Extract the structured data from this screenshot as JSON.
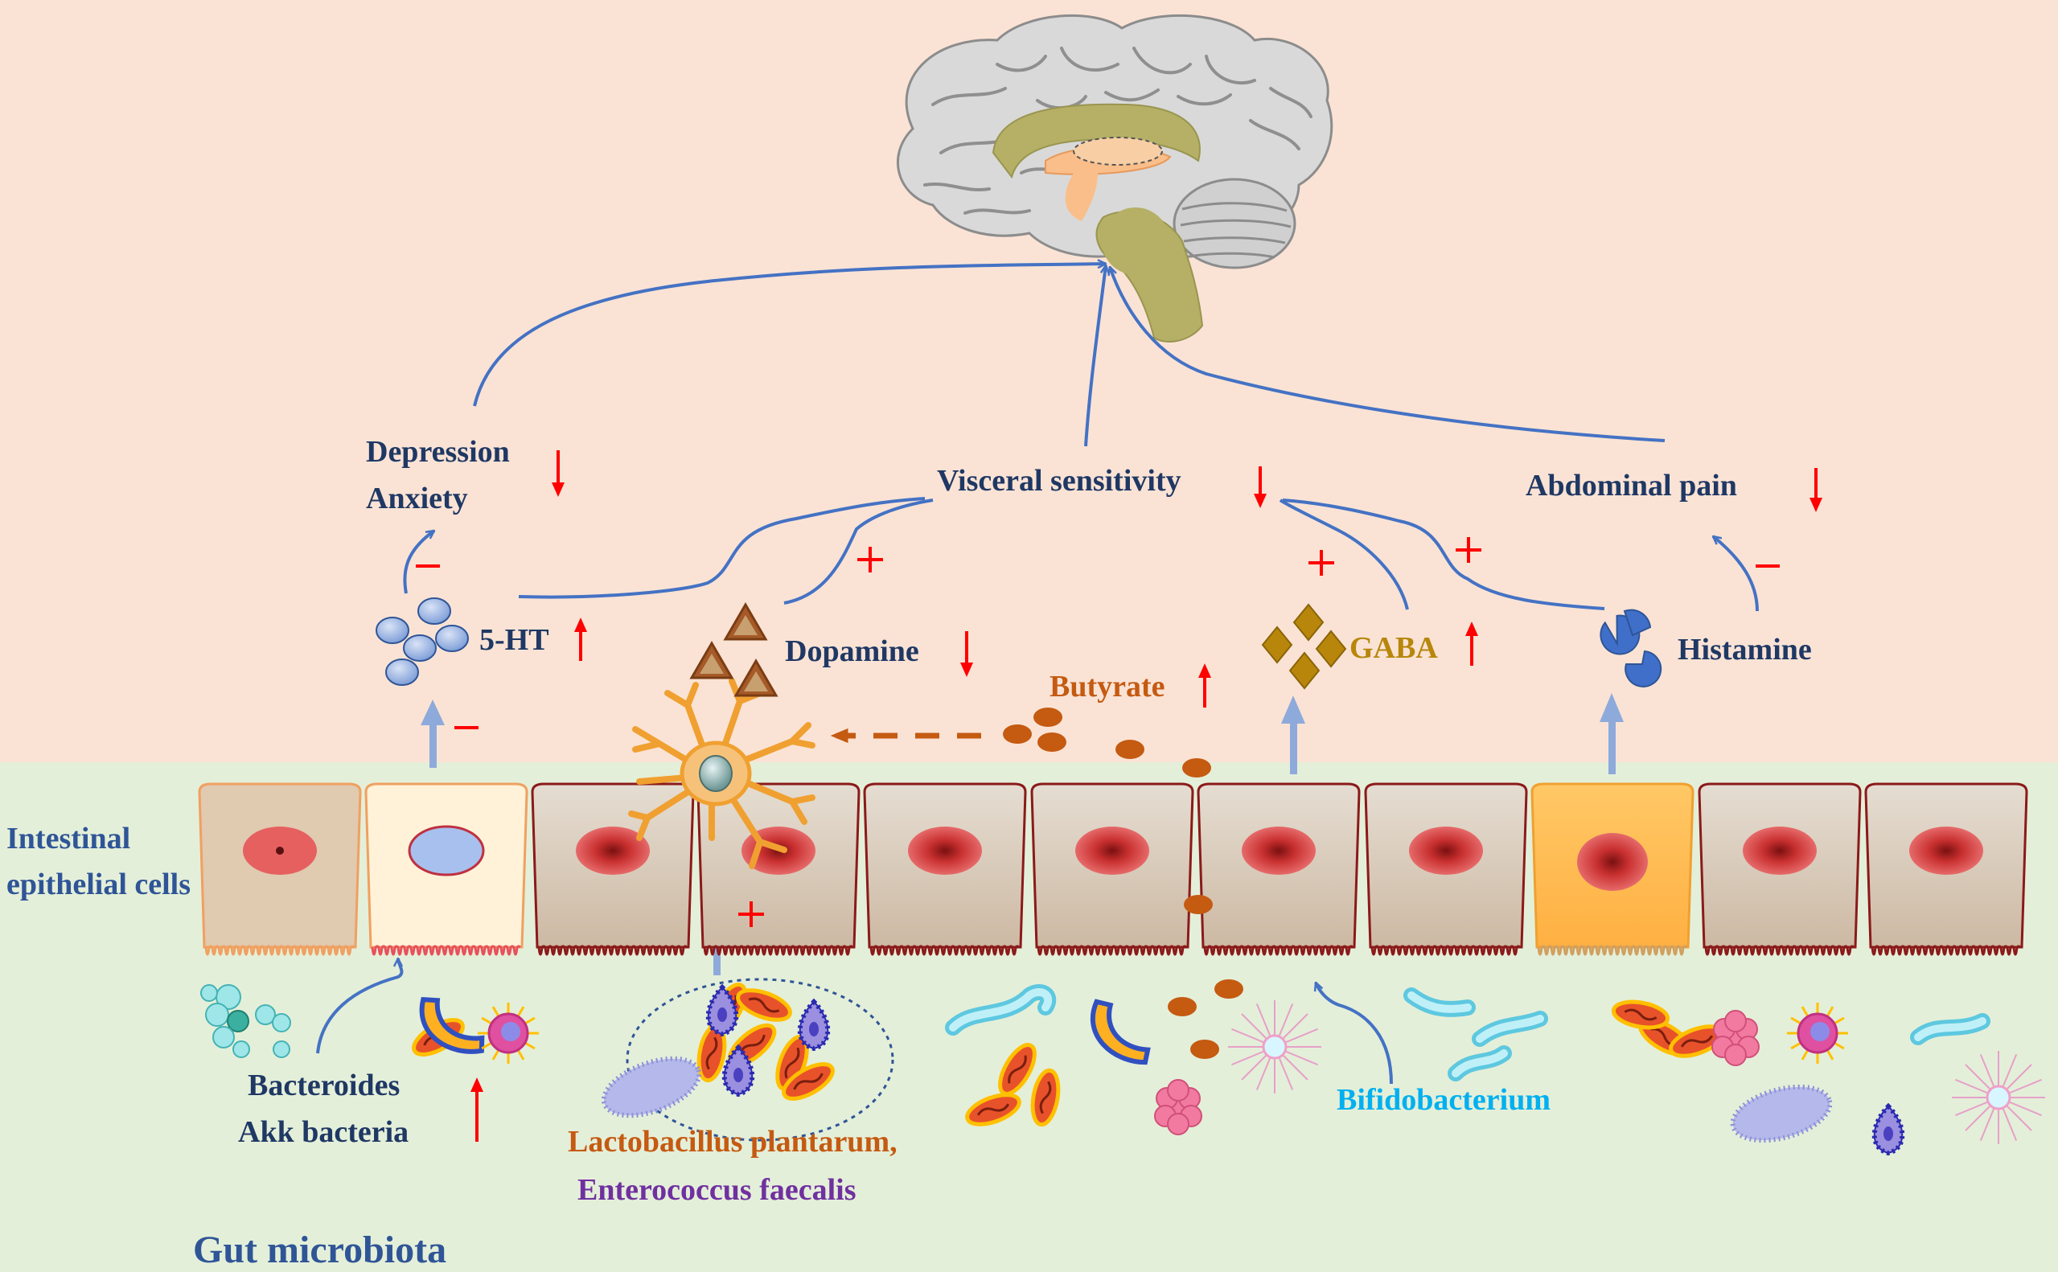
{
  "colors": {
    "top_bg": "#fae3d5",
    "bottom_bg": "#e4efd9",
    "navy_text": "#1f3864",
    "axis_blue": "#4472c4",
    "brown_text": "#c55a11",
    "purple_text": "#7030a0",
    "cyan_text": "#00b0f0",
    "gaba_gold": "#b8860b",
    "red": "#ff0000"
  },
  "labels": {
    "depression": "Depression",
    "anxiety": "Anxiety",
    "visceral_sensitivity": "Visceral sensitivity",
    "abdominal_pain": "Abdominal pain",
    "serotonin": "5-HT",
    "dopamine": "Dopamine",
    "butyrate": "Butyrate",
    "gaba": "GABA",
    "histamine": "Histamine",
    "intestinal_line1": "Intestinal",
    "intestinal_line2": "epithelial cells",
    "bacteroides": "Bacteroides",
    "akk": "Akk bacteria",
    "lactobacillus": "Lactobacillus plantarum,",
    "enterococcus": "Enterococcus faecalis",
    "bifidobacterium": "Bifidobacterium",
    "gut_microbiota": "Gut microbiota"
  },
  "signs": {
    "plus": "+",
    "minus": "−"
  },
  "icons": {
    "brain": "brain-icon",
    "serotonin": "serotonin-molecule-icon",
    "dopamine": "dopamine-triangle-icon",
    "gaba": "gaba-diamond-icon",
    "histamine": "histamine-pacman-icon",
    "butyrate": "butyrate-droplet-icon",
    "neuron": "enteric-neuron-icon",
    "bacteria": "bacteria-icon"
  },
  "trends": {
    "depression": "down",
    "visceral_sensitivity": "down",
    "abdominal_pain": "down",
    "serotonin": "up",
    "dopamine": "down",
    "butyrate": "up",
    "gaba": "up",
    "bacteroides_akk": "up"
  }
}
